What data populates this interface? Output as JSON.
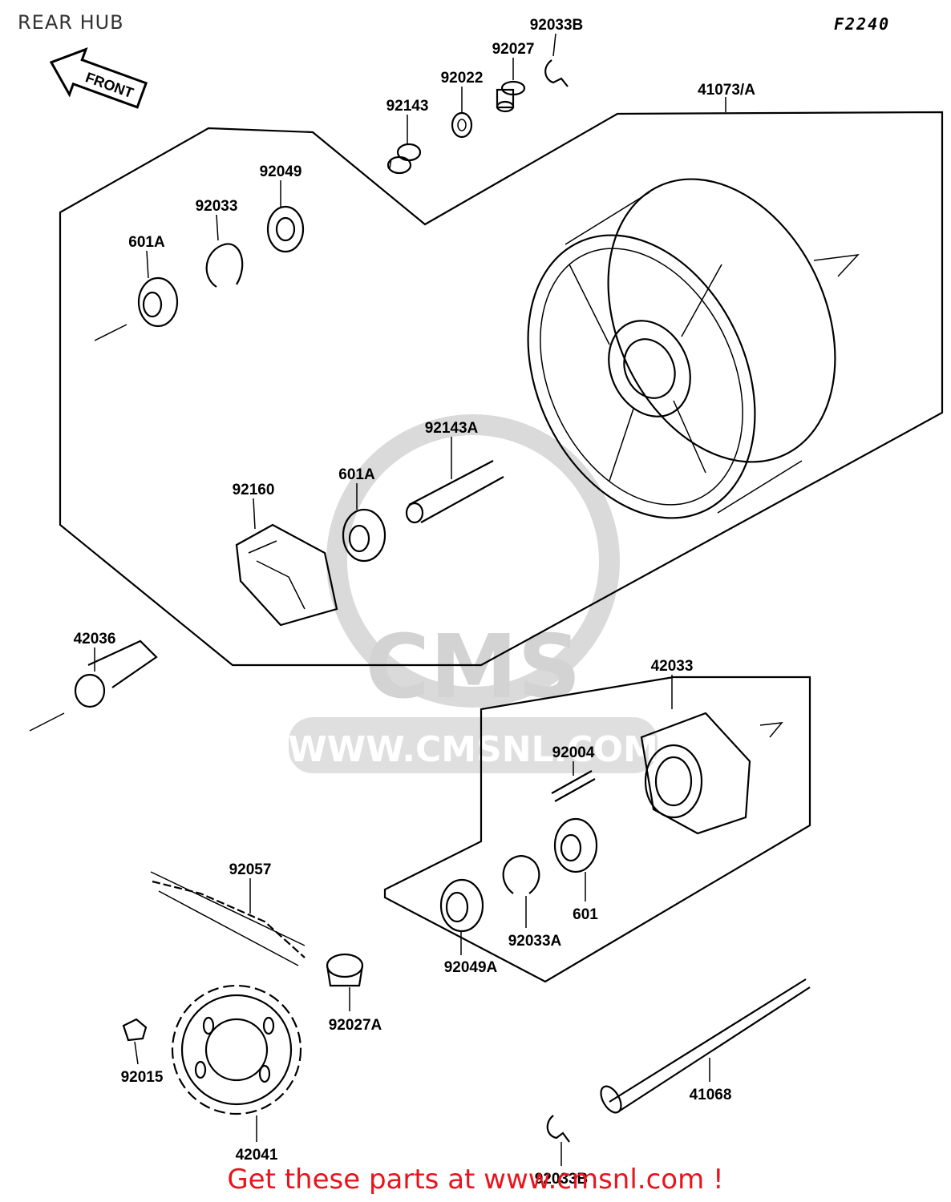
{
  "page": {
    "title": "REAR HUB",
    "code": "F2240",
    "footer": "Get these parts at www.cmsnl.com !"
  },
  "watermark": {
    "logo_text": "CMS",
    "url_text": "WWW.CMSNL.COM"
  },
  "front_arrow_text": "FRONT",
  "parts": {
    "p92033B_top": "92033B",
    "p92027": "92027",
    "p92022": "92022",
    "p92143": "92143",
    "p41073A": "41073/A",
    "p92049": "92049",
    "p92033": "92033",
    "p601A_left": "601A",
    "p92143A": "92143A",
    "p601A_mid": "601A",
    "p92160": "92160",
    "p42036": "42036",
    "p42033": "42033",
    "p92004": "92004",
    "p92057": "92057",
    "p601": "601",
    "p92033A": "92033A",
    "p92049A": "92049A",
    "p92027A": "92027A",
    "p92015": "92015",
    "p42041": "42041",
    "p41068": "41068",
    "p92033B_bottom": "92033B"
  }
}
